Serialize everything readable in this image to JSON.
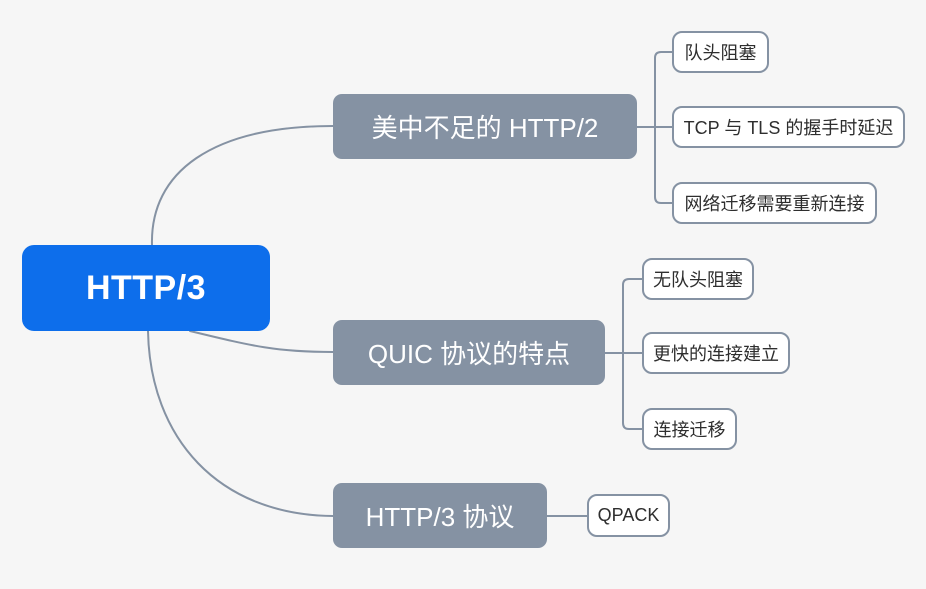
{
  "mindmap": {
    "root": {
      "label": "HTTP/3"
    },
    "branches": [
      {
        "label": "美中不足的 HTTP/2",
        "children": [
          {
            "label": "队头阻塞"
          },
          {
            "label": "TCP 与 TLS 的握手时延迟"
          },
          {
            "label": "网络迁移需要重新连接"
          }
        ]
      },
      {
        "label": "QUIC 协议的特点",
        "children": [
          {
            "label": "无队头阻塞"
          },
          {
            "label": "更快的连接建立"
          },
          {
            "label": "连接迁移"
          }
        ]
      },
      {
        "label": "HTTP/3 协议",
        "children": [
          {
            "label": "QPACK"
          }
        ]
      }
    ],
    "colors": {
      "root_fill": "#0D6EEB",
      "branch_fill": "#8592A3",
      "leaf_border": "#8592A3",
      "connector": "#8592A3",
      "background": "#F6F6F6",
      "node_text": "#FFFFFF",
      "leaf_text": "#2E2E2E",
      "leaf_fill": "#FFFFFF"
    }
  }
}
